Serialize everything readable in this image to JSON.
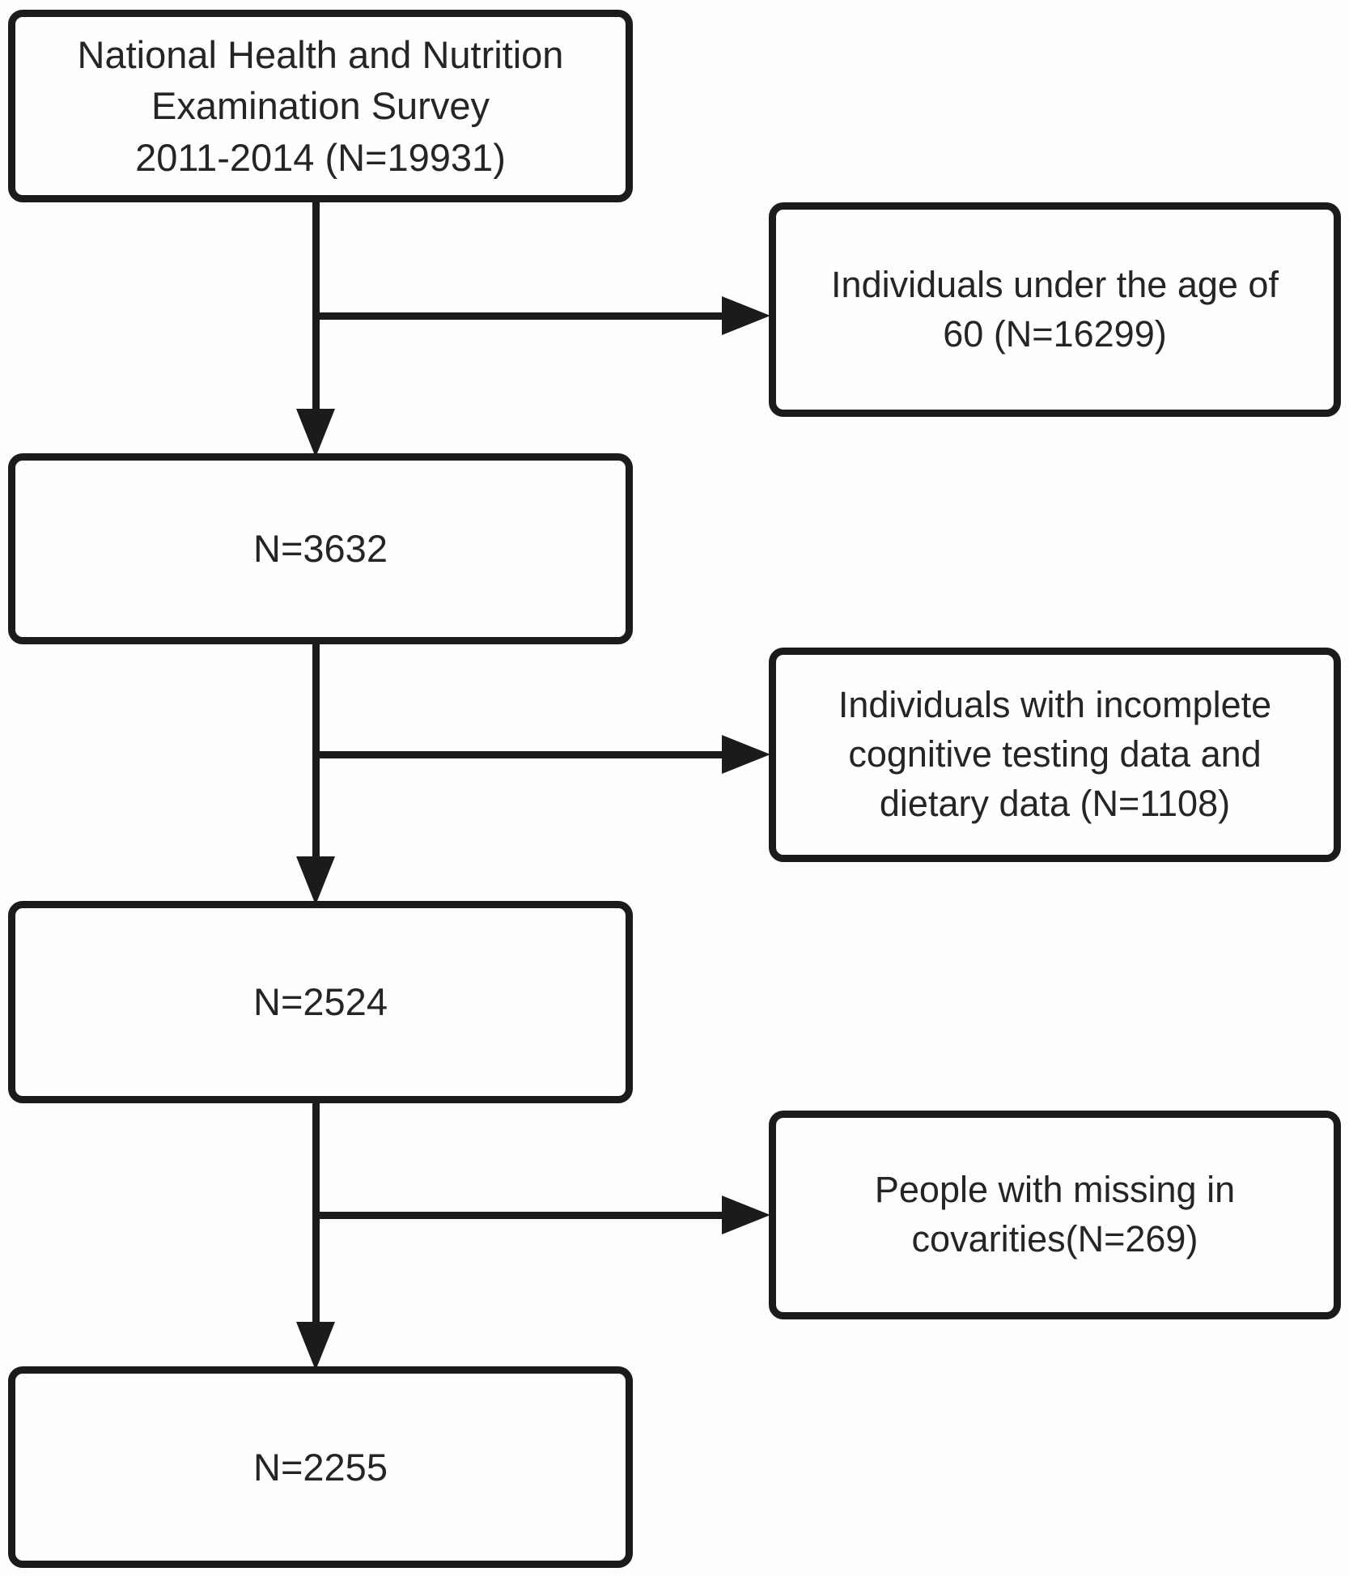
{
  "figure": {
    "type": "participant-selection-flowchart",
    "colors": {
      "line": "#1b1b1b",
      "text": "#252525",
      "box_background": "#fefefe",
      "page_background": "#fdfdfd"
    },
    "steps": [
      {
        "label": "National Health and Nutrition\nExamination Survey\n2011-2014 (N=19931)",
        "n": 19931
      },
      {
        "label": "N=3632",
        "n": 3632
      },
      {
        "label": "N=2524",
        "n": 2524
      },
      {
        "label": "N=2255",
        "n": 2255
      }
    ],
    "exclusions": [
      {
        "label": "Individuals under the age of\n60 (N=16299)",
        "n": 16299
      },
      {
        "label": "Individuals with incomplete\ncognitive testing data and\ndietary data (N=1108)",
        "n": 1108
      },
      {
        "label": "People with missing in\ncovarities(N=269)",
        "n": 269
      }
    ]
  }
}
